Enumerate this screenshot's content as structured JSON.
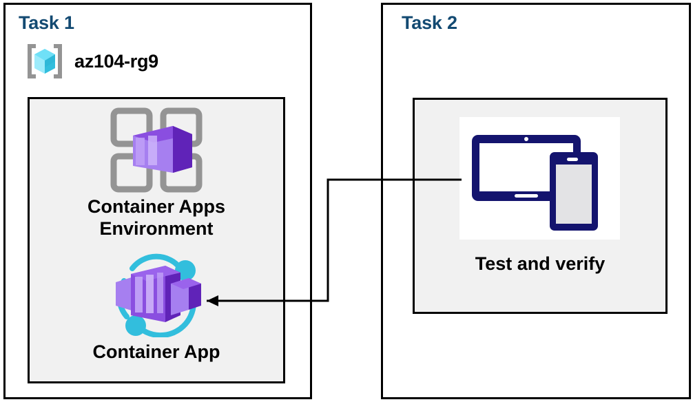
{
  "diagram": {
    "background_color": "#ffffff",
    "panel_border_color": "#000000",
    "inner_box_fill": "#f1f1f1",
    "title_color": "#134a72",
    "accent_purple": "#7d2ae0",
    "accent_cyan": "#32bedd",
    "accent_navy": "#14146e",
    "icon_gray": "#949494"
  },
  "task1": {
    "title": "Task 1",
    "resource_group": {
      "icon": "resource-group-icon",
      "label": "az104-rg9"
    },
    "nodes": [
      {
        "icon": "container-apps-environment-icon",
        "label": "Container Apps\nEnvironment"
      },
      {
        "icon": "container-app-icon",
        "label": "Container App"
      }
    ]
  },
  "task2": {
    "title": "Task 2",
    "nodes": [
      {
        "icon": "test-devices-icon",
        "label": "Test and verify"
      }
    ]
  },
  "connector": {
    "name": "test-to-container-app-arrow",
    "from": "Test and verify",
    "to": "Container App",
    "direction": "left",
    "color": "#000000"
  }
}
